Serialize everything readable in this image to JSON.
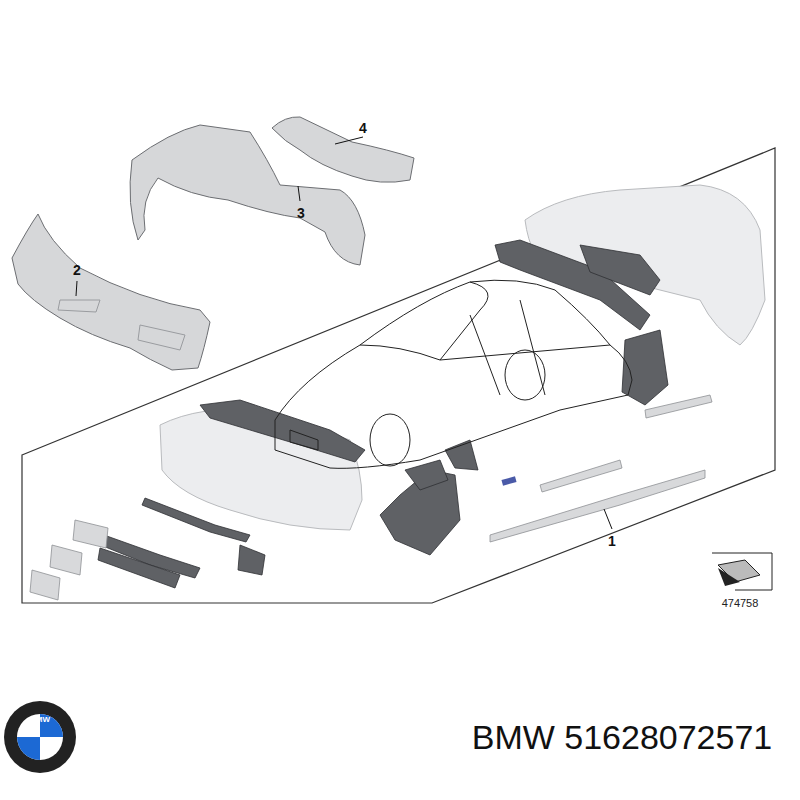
{
  "diagram": {
    "labels": [
      "4",
      "3",
      "2",
      "1",
      "474758",
      "BMW",
      "BMW 51628072571"
    ]
  }
}
